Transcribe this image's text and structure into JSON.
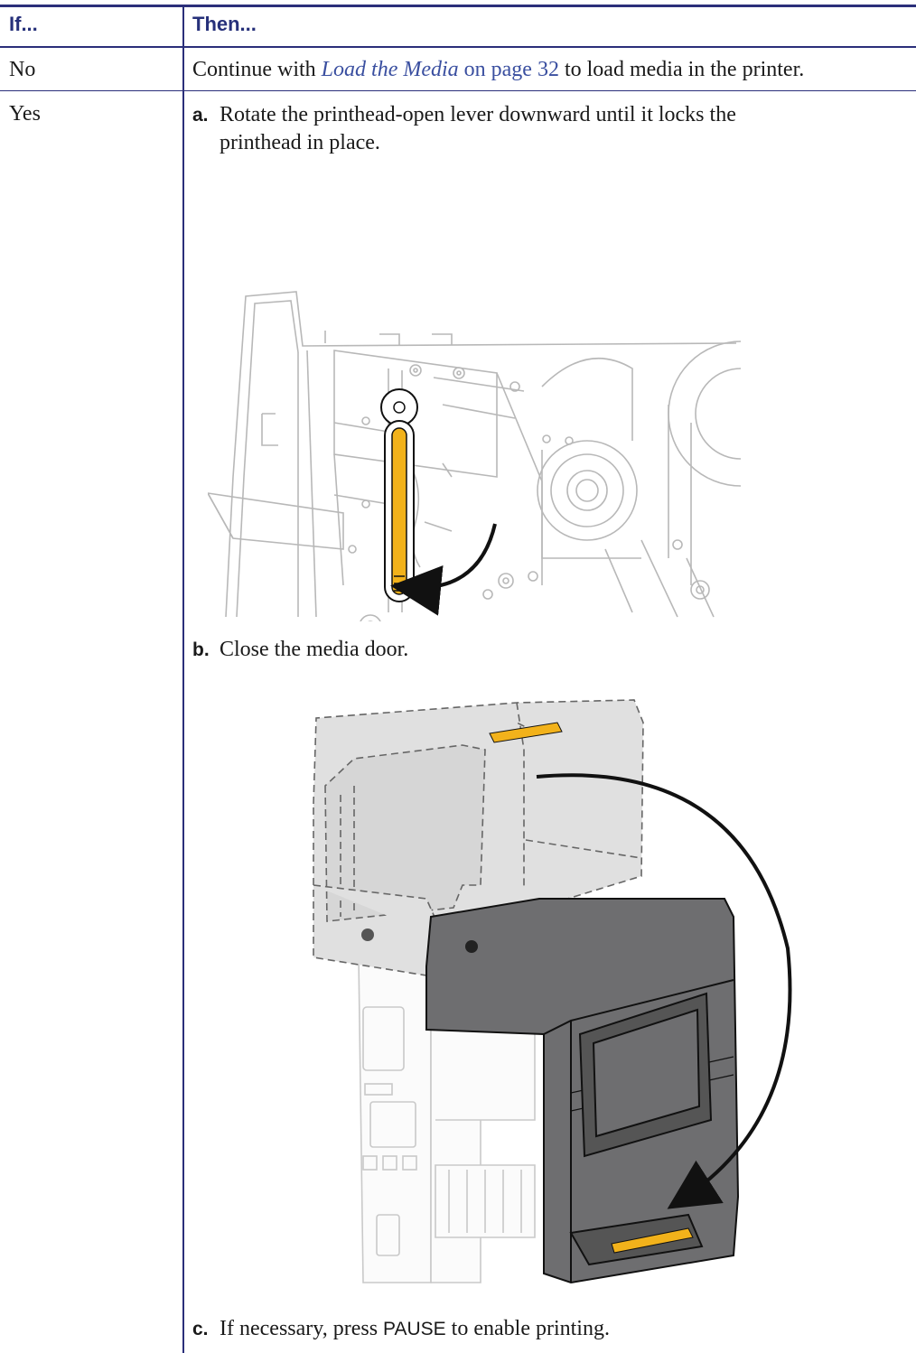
{
  "table": {
    "header": {
      "col1": "If...",
      "col2": "Then..."
    },
    "rows": [
      {
        "if": "No",
        "then_pre": "Continue with ",
        "then_link_title": "Load the Media",
        "then_link_page": " on page 32",
        "then_post": " to load media in the printer."
      },
      {
        "if": "Yes",
        "step_a": {
          "letter": "a.",
          "line1": "Rotate the printhead-open lever downward until it locks the",
          "line2": "printhead in place."
        },
        "step_b": {
          "letter": "b.",
          "text": "Close the media door."
        },
        "step_c": {
          "letter": "c.",
          "pre": "If necessary, press ",
          "key": "PAUSE",
          "post": " to enable printing."
        }
      }
    ]
  },
  "colors": {
    "rule": "#2b2f7a",
    "header_text": "#26307a",
    "link": "#3a4fa0",
    "accent_yellow": "#f2b21b",
    "door_gray": "#6e6e70"
  },
  "illustrations": {
    "lever_figure": "printhead-lever-rotate-illustration",
    "door_figure": "media-door-close-illustration"
  }
}
